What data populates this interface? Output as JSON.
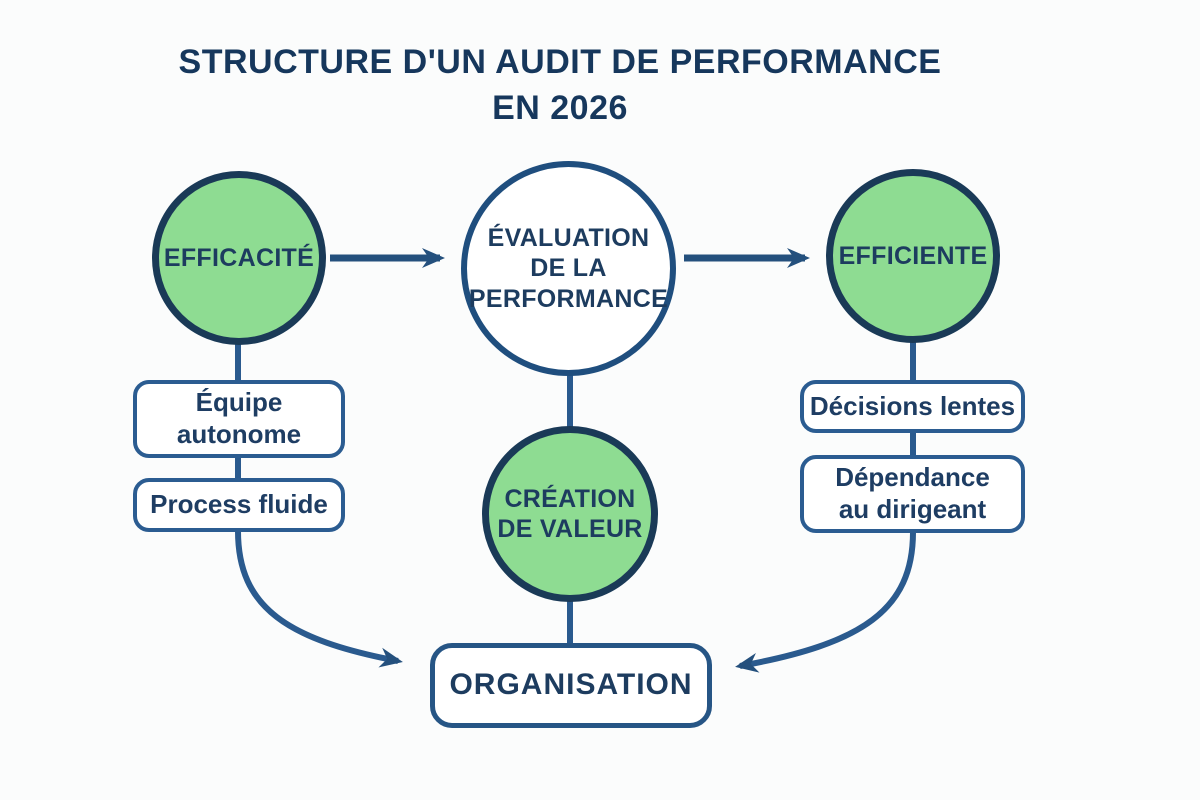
{
  "title": {
    "text": "STRUCTURE D'UN AUDIT DE PERFORMANCE\nEN 2026"
  },
  "nodes": {
    "efficacite": {
      "label": "EFFICACITÉ",
      "shape": "circle",
      "fill": "green"
    },
    "evaluation": {
      "label": "ÉVALUATION\nDE LA\nPERFORMANCE",
      "shape": "circle",
      "fill": "white"
    },
    "efficiente": {
      "label": "EFFICIENTE",
      "shape": "circle",
      "fill": "green"
    },
    "creation": {
      "label": "CRÉATION\nDE VALEUR",
      "shape": "circle",
      "fill": "green"
    },
    "equipe": {
      "label": "Équipe\nautonome",
      "shape": "rounded-box",
      "fill": "white"
    },
    "process": {
      "label": "Process fluide",
      "shape": "rounded-box",
      "fill": "white"
    },
    "decisions": {
      "label": "Décisions lentes",
      "shape": "rounded-box",
      "fill": "white"
    },
    "dependance": {
      "label": "Dépendance\nau dirigeant",
      "shape": "rounded-box",
      "fill": "white"
    },
    "organisation": {
      "label": "ORGANISATION",
      "shape": "rounded-box",
      "fill": "white"
    }
  },
  "edges": [
    {
      "from": "efficacite",
      "to": "evaluation",
      "type": "arrow"
    },
    {
      "from": "evaluation",
      "to": "efficiente",
      "type": "arrow"
    },
    {
      "from": "efficacite",
      "to": "equipe",
      "type": "line"
    },
    {
      "from": "equipe",
      "to": "process",
      "type": "line"
    },
    {
      "from": "efficiente",
      "to": "decisions",
      "type": "line"
    },
    {
      "from": "decisions",
      "to": "dependance",
      "type": "line"
    },
    {
      "from": "evaluation",
      "to": "creation",
      "type": "line"
    },
    {
      "from": "creation",
      "to": "organisation",
      "type": "line"
    },
    {
      "from": "process",
      "to": "organisation",
      "type": "curved-arrow"
    },
    {
      "from": "dependance",
      "to": "organisation",
      "type": "curved-arrow"
    }
  ],
  "colors": {
    "background": "#fbfcfc",
    "title_text": "#16375c",
    "node_text": "#1d3c5f",
    "green_fill": "#8edc92",
    "green_circle_border": "#1a3a57",
    "white_circle_border": "#1f4e7e",
    "box_border": "#2b5c91",
    "arrow_stroke": "#24507d",
    "connector_stroke": "#2a5a8e"
  }
}
